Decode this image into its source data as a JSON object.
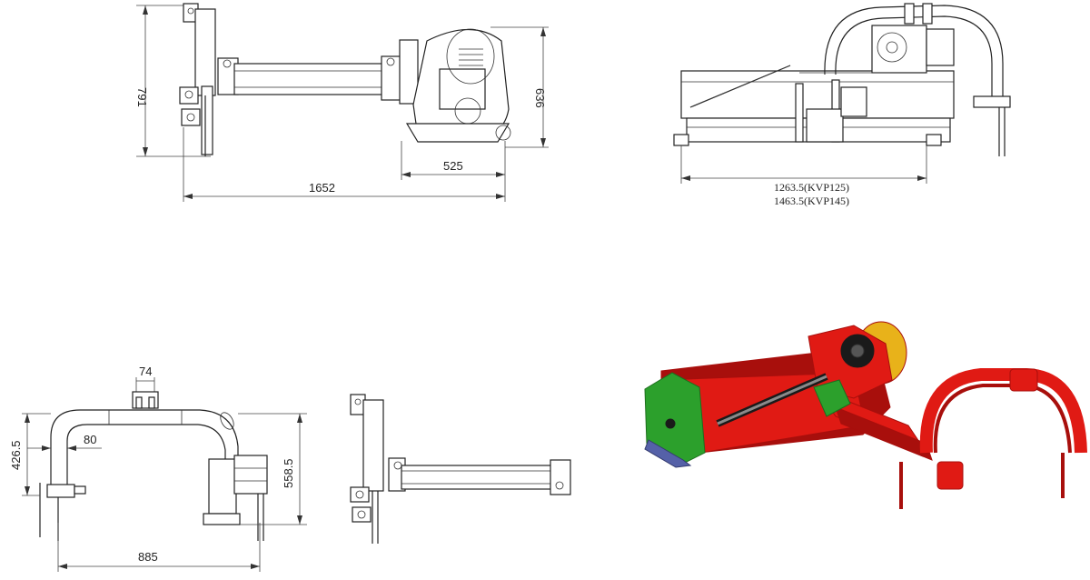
{
  "side_view": {
    "height_label": "791",
    "pivot_height_label": "636",
    "depth_label": "525",
    "total_length_label": "1652"
  },
  "rear_view": {
    "width_label_1": "1263.5(KVP125)",
    "width_label_2": "1463.5(KVP145)"
  },
  "frame_view": {
    "top_width_label": "74",
    "offset_label": "80",
    "left_height_label": "426.5",
    "right_height_label": "558.5",
    "base_width_label": "885"
  },
  "render_view": {
    "colors": {
      "body": "#e01a14",
      "body_dark": "#a80f0c",
      "side_plate": "#2ca02c",
      "yellow": "#e8b21a",
      "black": "#1a1a1a",
      "blue": "#5561a8"
    }
  }
}
